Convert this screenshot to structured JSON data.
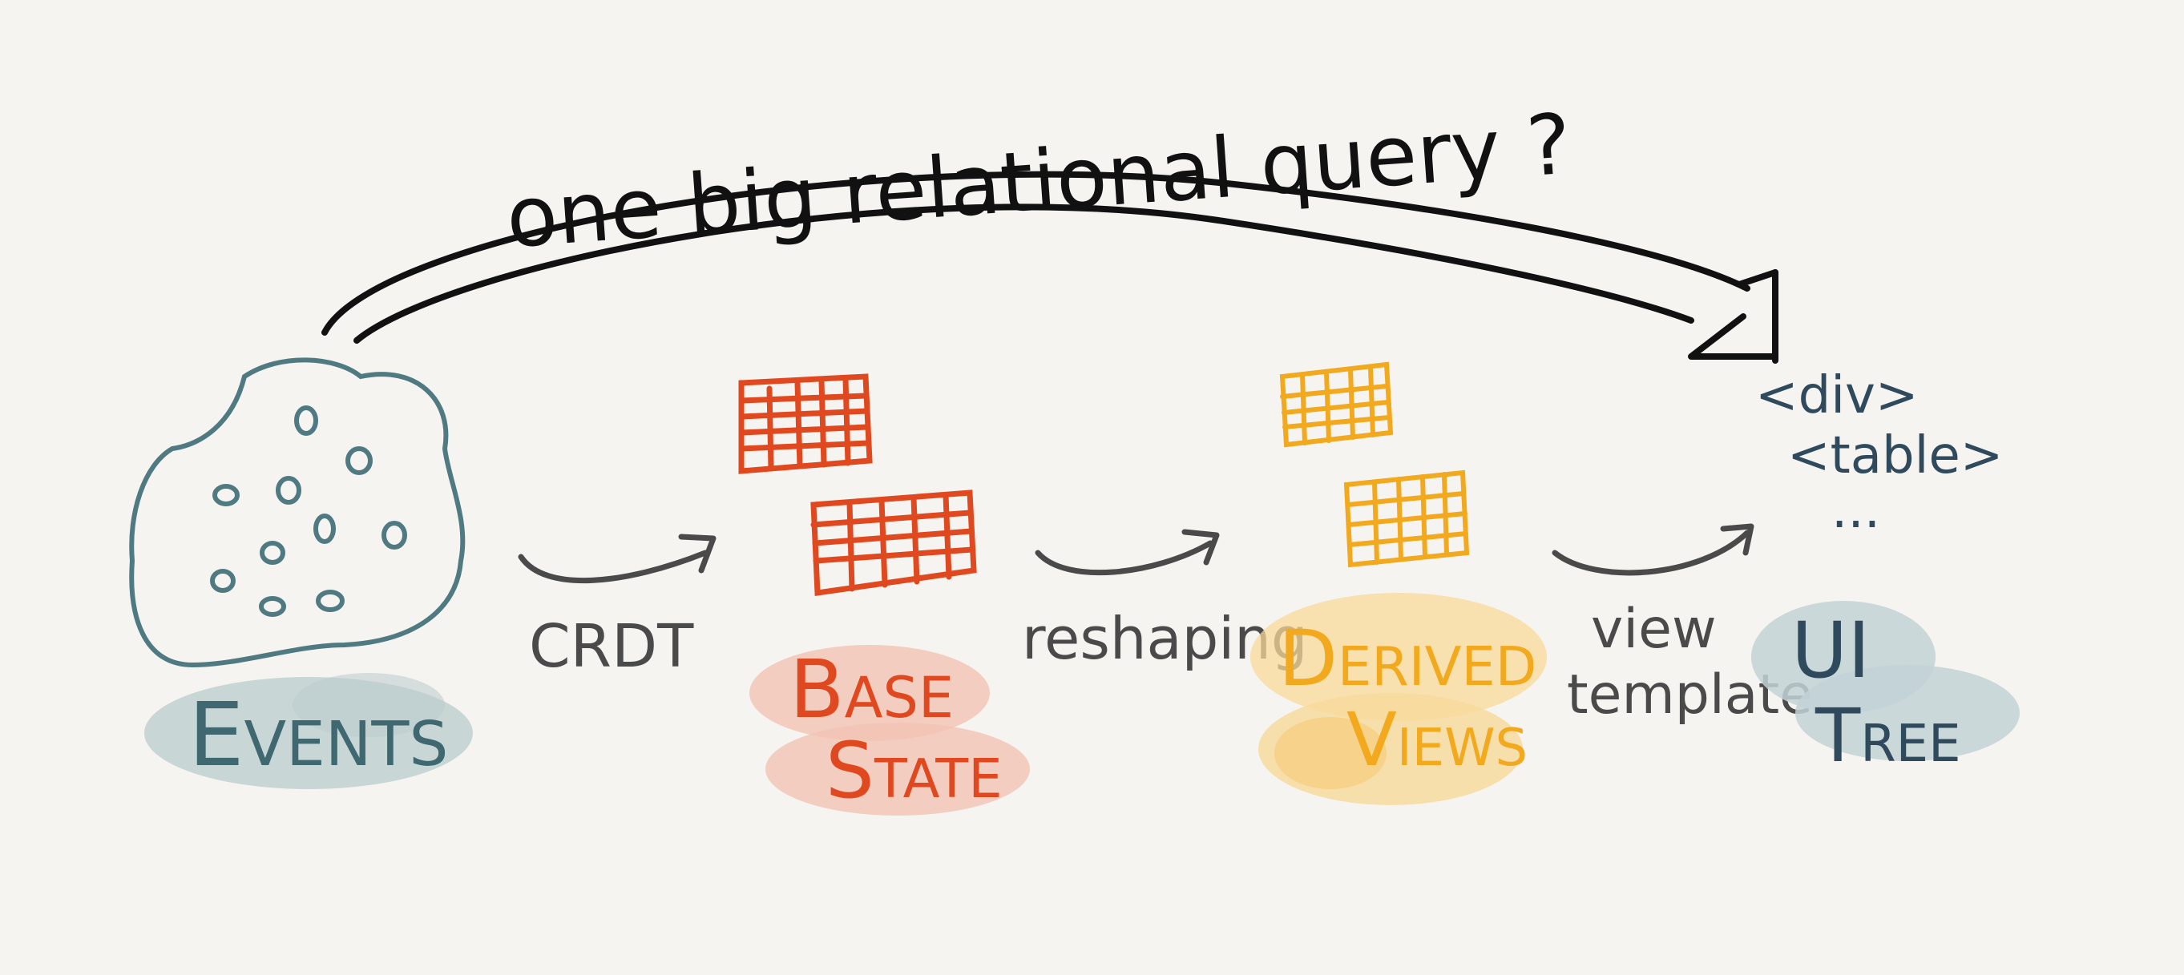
{
  "title": "one big relational query ?",
  "colors": {
    "ink": "#111111",
    "gray": "#4a4a4a",
    "teal": "#4f7a82",
    "teal_wash": "#b9cccd",
    "red": "#e0491f",
    "red_wash": "#f3c3b4",
    "orange": "#f2a91d",
    "orange_wash": "#f8d99a",
    "slate": "#2f4a5c",
    "slate_wash": "#c3d2d6"
  },
  "stages": {
    "events": "Events",
    "base_state": {
      "line1": "Base",
      "line2": "State"
    },
    "derived_views": {
      "line1": "Derived",
      "line2": "Views"
    },
    "ui_tree": {
      "line1": "UI",
      "line2": "Tree"
    }
  },
  "transitions": {
    "crdt": "CRDT",
    "reshaping": "reshaping",
    "view_template": {
      "line1": "view",
      "line2": "template"
    }
  },
  "ui_code": {
    "line1": "<div>",
    "line2": "<table>",
    "line3": "..."
  }
}
